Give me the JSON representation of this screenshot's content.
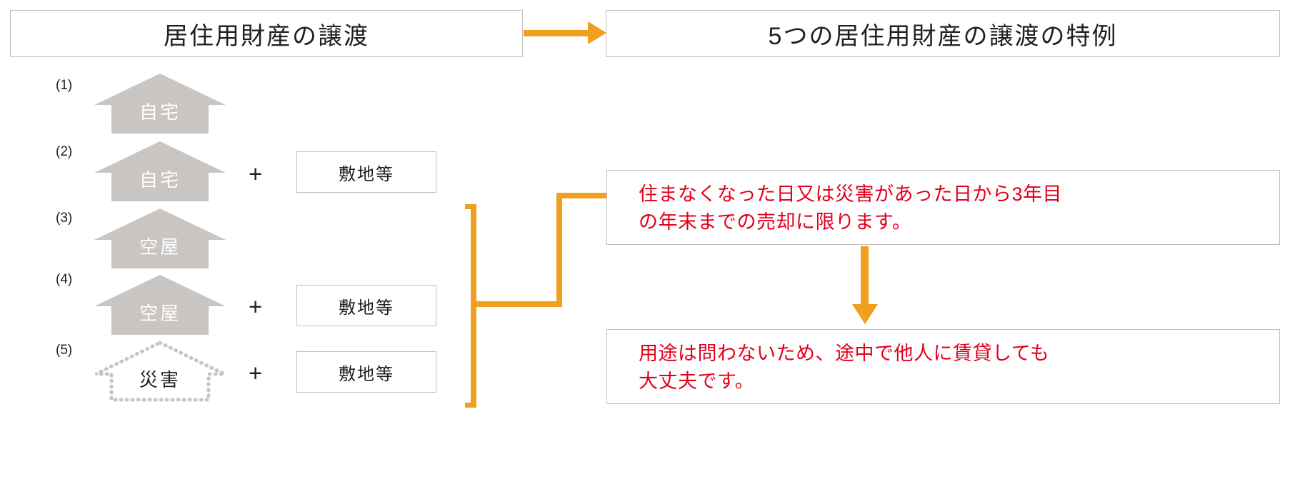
{
  "colors": {
    "accent_orange": "#f0a01e",
    "note_red": "#e3001b",
    "house_gray": "#c8c5c2",
    "border_gray": "#bfbfbf",
    "text_dark": "#231f20"
  },
  "header": {
    "left_title": "居住用財産の譲渡",
    "right_title": "5つの居住用財産の譲渡の特例",
    "arrow": "arrow-right-icon"
  },
  "rows": [
    {
      "index": "(1)",
      "house_label": "自宅",
      "house_style": "solid",
      "plus": "",
      "land_label": ""
    },
    {
      "index": "(2)",
      "house_label": "自宅",
      "house_style": "solid",
      "plus": "+",
      "land_label": "敷地等"
    },
    {
      "index": "(3)",
      "house_label": "空屋",
      "house_style": "solid",
      "plus": "",
      "land_label": ""
    },
    {
      "index": "(4)",
      "house_label": "空屋",
      "house_style": "solid",
      "plus": "+",
      "land_label": "敷地等"
    },
    {
      "index": "(5)",
      "house_label": "災害",
      "house_style": "dotted",
      "plus": "+",
      "land_label": "敷地等"
    }
  ],
  "notes": [
    {
      "line1": "住まなくなった日又は災害があった日から3年目",
      "line2": "の年末までの売却に限ります。"
    },
    {
      "line1": "用途は問わないため、途中で他人に賃貸しても",
      "line2": "大丈夫です。"
    }
  ]
}
